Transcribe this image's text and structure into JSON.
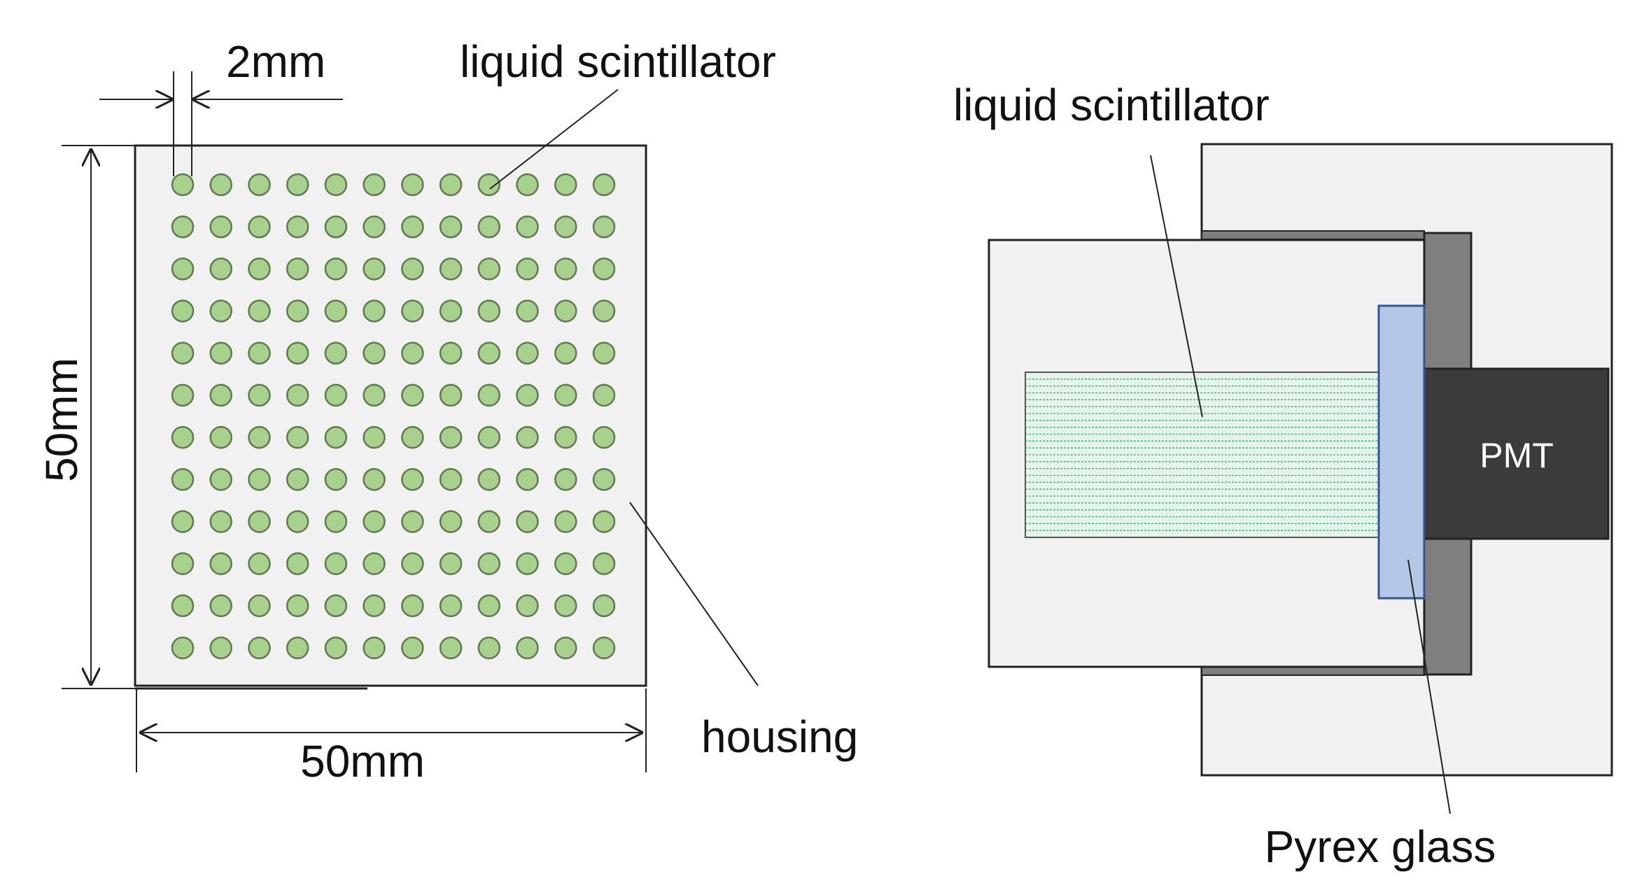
{
  "left_view": {
    "pitch_label": "2mm",
    "scintillator_label": "liquid scintillator",
    "height_label": "50mm",
    "width_label": "50mm",
    "housing_label": "housing",
    "grid": {
      "rows": 12,
      "cols": 12
    }
  },
  "right_view": {
    "scintillator_label": "liquid scintillator",
    "pmt_label": "PMT",
    "glass_label": "Pyrex glass",
    "fiber_count": 24
  },
  "colors": {
    "housing_fill": "#f1f1f1",
    "cell_fill": "#a9d18e",
    "cell_stroke": "#5e7a4e",
    "fiber_fill": "#e4f4ea",
    "fiber_line": "#3fa66b",
    "glass_fill": "#b4c7e7",
    "glass_stroke": "#2f5597",
    "pmt_fill": "#3b3b3b",
    "clamp_fill": "#7f7f7f",
    "line": "#222222"
  }
}
